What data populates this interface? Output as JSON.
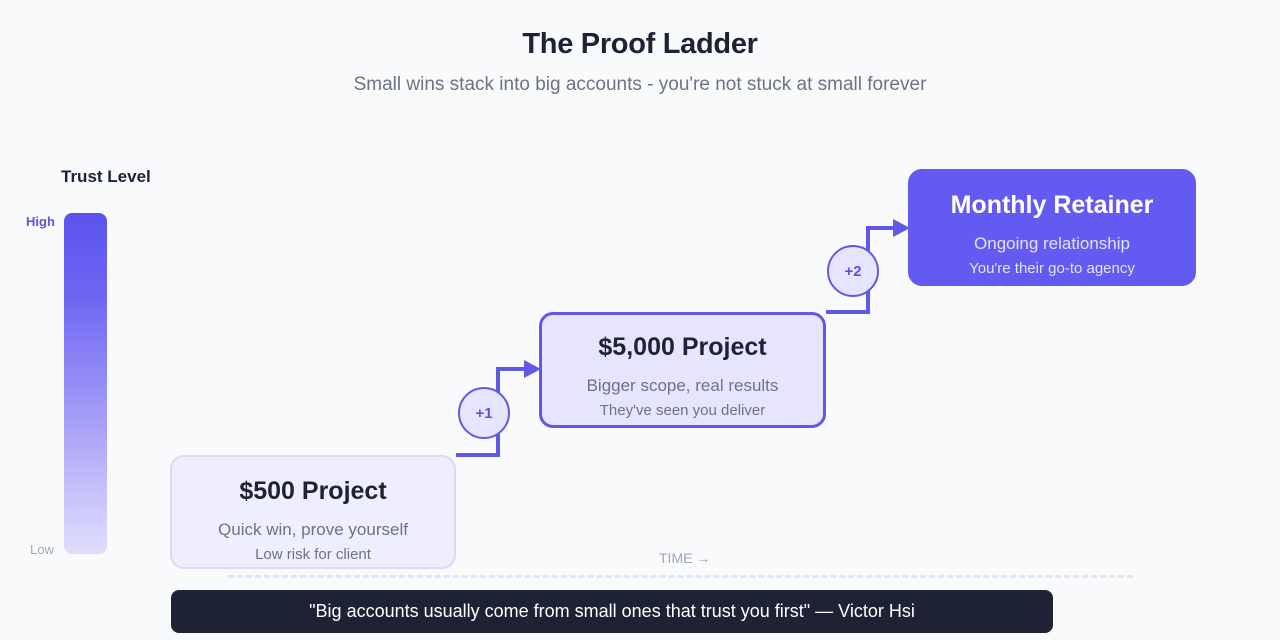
{
  "header": {
    "title": "The Proof Ladder",
    "subtitle": "Small wins stack into big accounts - you're not stuck at small forever"
  },
  "trust_scale": {
    "title": "Trust Level",
    "high_label": "High",
    "low_label": "Low",
    "gradient_top_color": "#5b52ee",
    "gradient_bottom_color": "#e0ddfc"
  },
  "steps": [
    {
      "title": "$500 Project",
      "line1": "Quick win, prove yourself",
      "line2": "Low risk for client"
    },
    {
      "title": "$5,000 Project",
      "line1": "Bigger scope, real results",
      "line2": "They've seen you deliver"
    },
    {
      "title": "Monthly Retainer",
      "line1": "Ongoing relationship",
      "line2": "You're their go-to agency"
    }
  ],
  "connectors": [
    {
      "badge": "+1"
    },
    {
      "badge": "+2"
    }
  ],
  "axis": {
    "time_label": "TIME →"
  },
  "quote": {
    "text": "\"Big accounts usually come from small ones that trust you first\" — Victor Hsi"
  },
  "colors": {
    "accent": "#635bf1",
    "dark": "#1e2235",
    "muted": "#6b7385",
    "background": "#f8fafc"
  }
}
